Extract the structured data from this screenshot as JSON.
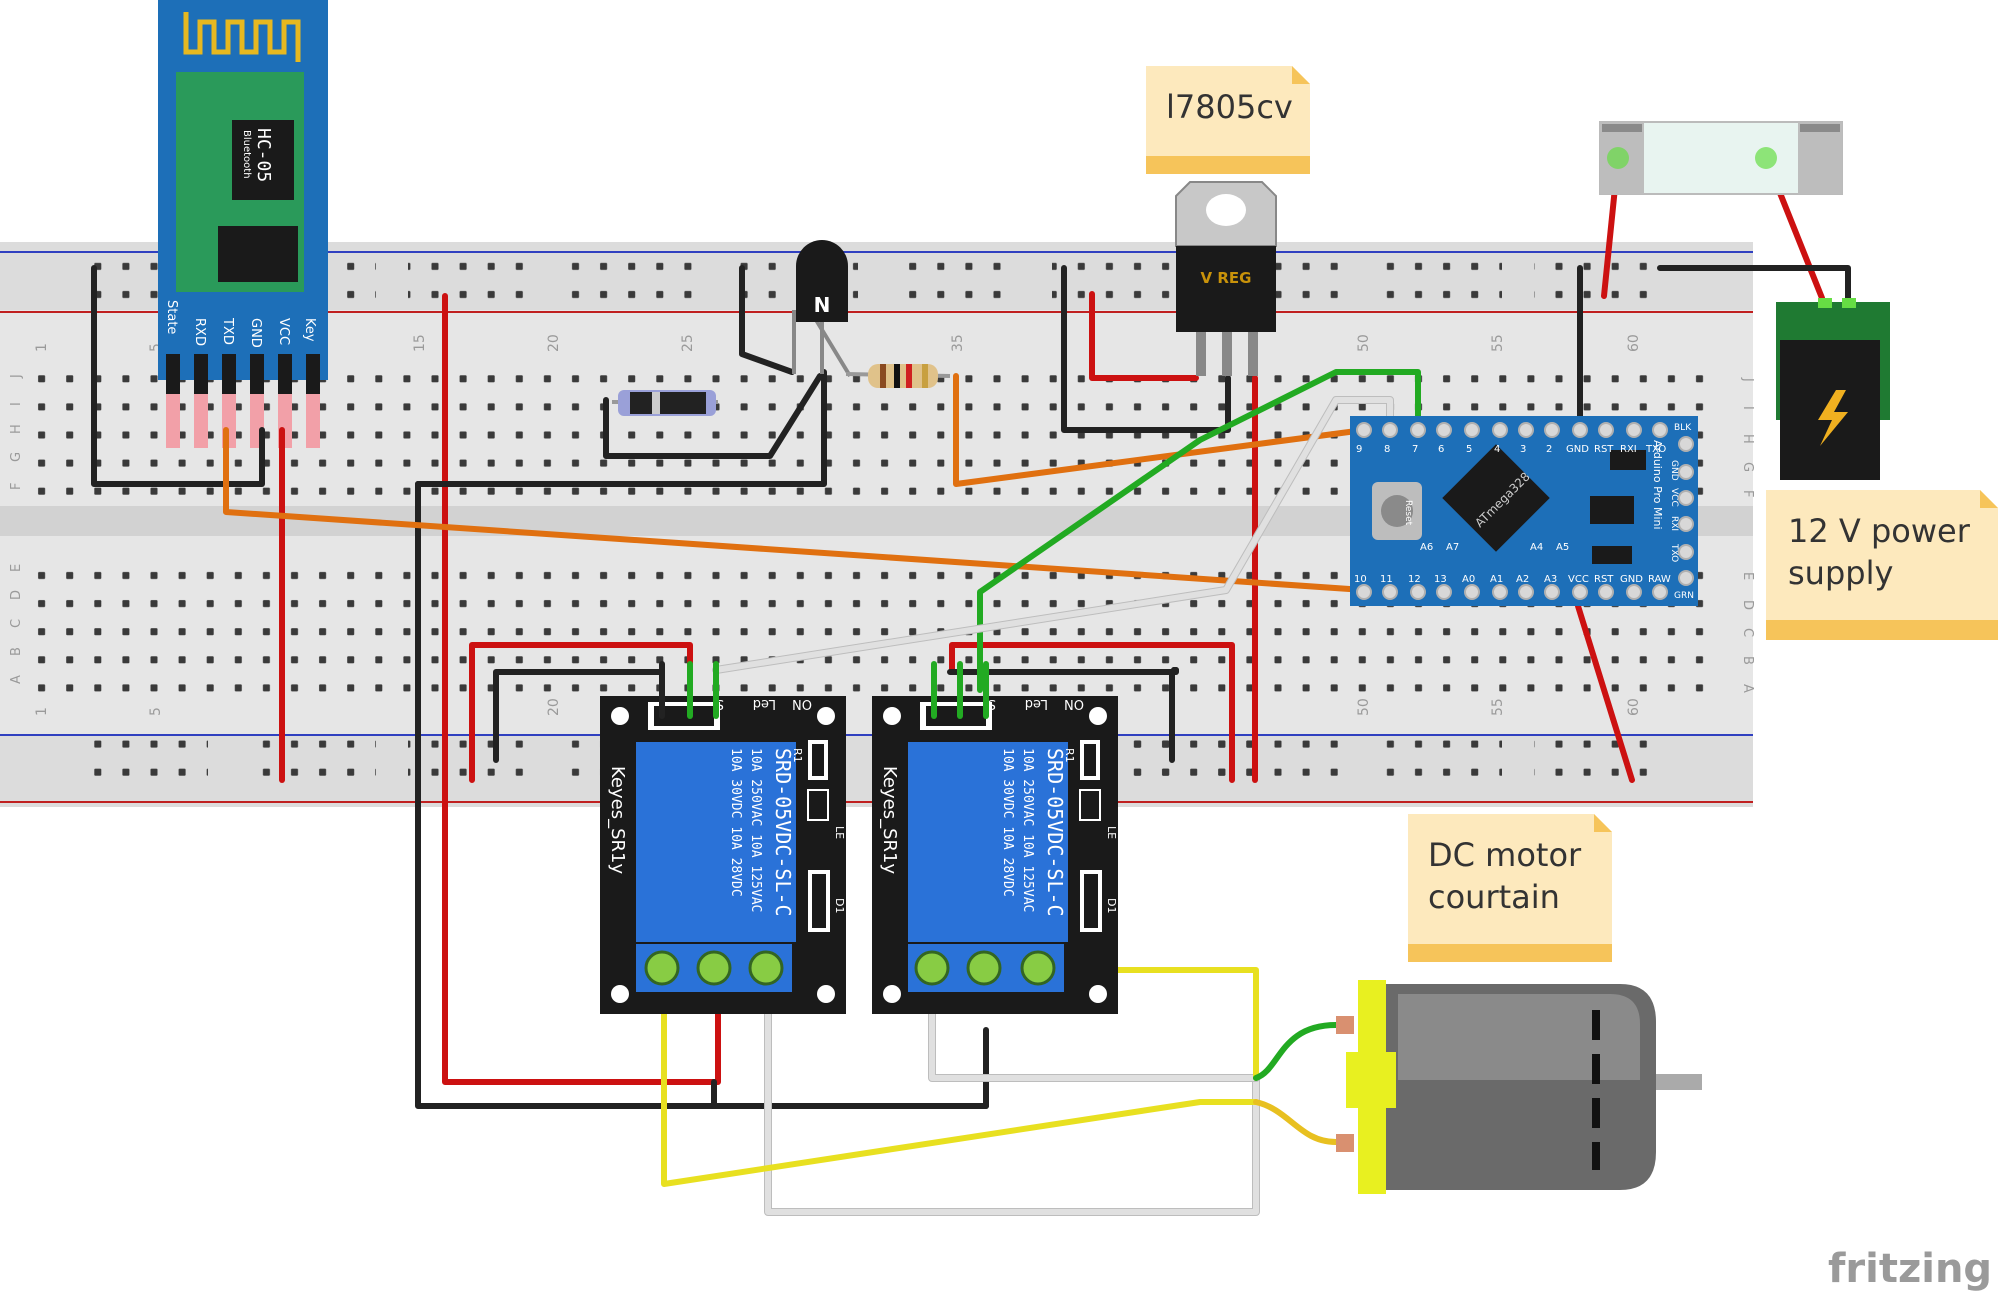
{
  "labels": {
    "regulator_note": "l7805cv",
    "power_note_line1": "12 V power",
    "power_note_line2": "supply",
    "motor_note_line1": "DC motor",
    "motor_note_line2": "courtain",
    "watermark": "fritzing"
  },
  "bluetooth": {
    "name": "HC-05",
    "sub": "Bluetooth",
    "pins": [
      "State",
      "RXD",
      "TXD",
      "GND",
      "VCC",
      "Key"
    ]
  },
  "regulator": {
    "marking": "V REG"
  },
  "transistor": {
    "marking": "N"
  },
  "relays": [
    {
      "brand": "Keyes_SR1y",
      "model": "SRD-05VDC-SL-C",
      "rating1": "10A 250VAC  10A 125VAC",
      "rating2": "10A 30VDC  10A 28VDC",
      "pins": [
        "S",
        "Led",
        "ON"
      ],
      "r1": "R1",
      "d1": "D1",
      "le": "LE"
    },
    {
      "brand": "Keyes_SR1y",
      "model": "SRD-05VDC-SL-C",
      "rating1": "10A 250VAC  10A 125VAC",
      "rating2": "10A 30VDC  10A 28VDC",
      "pins": [
        "S",
        "Led",
        "ON"
      ],
      "r1": "R1",
      "d1": "D1",
      "le": "LE"
    }
  ],
  "arduino": {
    "chip": "ATmega328",
    "top_pins": [
      "9",
      "8",
      "7",
      "6",
      "5",
      "4",
      "3",
      "2",
      "GND",
      "RST",
      "RXI",
      "TXO"
    ],
    "bottom_pins": [
      "10",
      "11",
      "12",
      "13",
      "A0",
      "A1",
      "A2",
      "A3",
      "VCC",
      "RST",
      "GND",
      "RAW"
    ],
    "right_pins": [
      "BLK",
      "GND",
      "VCC",
      "RXI",
      "TXO",
      "GRN"
    ],
    "small": [
      "A6",
      "A7",
      "A4",
      "A5",
      "Reset"
    ],
    "side_text": "Arduino Pro Mini"
  },
  "breadboard": {
    "col_numbers": [
      "1",
      "5",
      "15",
      "20",
      "25",
      "35",
      "50",
      "55",
      "60"
    ],
    "bottom_col_numbers": [
      "1",
      "5",
      "20",
      "50",
      "55",
      "60"
    ],
    "row_letters_top": [
      "J",
      "I",
      "H",
      "G",
      "F"
    ],
    "row_letters_bottom": [
      "E",
      "D",
      "C",
      "B",
      "A"
    ]
  },
  "colors": {
    "wire_red": "#cc1111",
    "wire_black": "#222222",
    "wire_orange": "#e07010",
    "wire_green": "#22aa22",
    "wire_yellow": "#e8e020",
    "wire_white": "#e0e0e0",
    "note_bg": "#fde9bd",
    "note_fold": "#f6c45a"
  }
}
